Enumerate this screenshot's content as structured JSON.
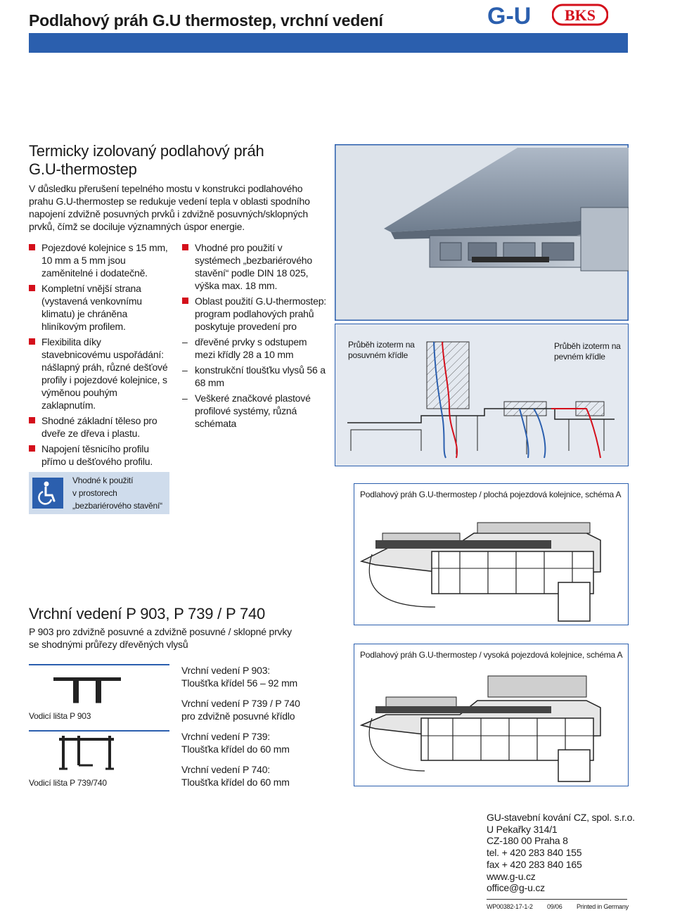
{
  "header": {
    "title": "Podlahový práh G.U thermostep, vrchní vedení",
    "logo_gu": "G-U",
    "logo_bks": "BKS",
    "colors": {
      "bar": "#2b5fae",
      "bullet": "#d40f1b",
      "accent_red": "#d40f1b",
      "accent_blue": "#2b5fae"
    }
  },
  "intro": {
    "heading_line1": "Termicky izolovaný podlahový práh",
    "heading_line2": "G.U-thermostep",
    "text": "V důsledku přerušení tepelného mostu v konstrukci podlahového prahu G.U-thermostep se redukuje vedení tepla v oblasti spodního napojení zdvižně posuvných prvků i zdvižně posuvných/sklopných prvků, čímž se dociluje významných úspor energie."
  },
  "features_left": [
    "Pojezdové kolejnice s 15 mm, 10 mm a 5 mm jsou zaměnitelné i dodatečně.",
    "Kompletní vnější strana (vystavená venkovnímu klimatu) je chráněna hliníkovým profilem.",
    "Flexibilita díky stavebnicovému uspořádání: nášlapný práh, různé dešťové profily i pojezdové kolejnice, s výměnou pouhým zaklapnutím.",
    "Shodné základní těleso pro dveře ze dřeva i plastu.",
    "Napojení těsnicího profilu přímo u dešťového profilu."
  ],
  "features_right": {
    "items": [
      "Vhodné pro použití v systémech „bezbariérového stavění“ podle DIN 18 025, výška max. 18 mm.",
      "Oblast použití G.U-thermostep: program podlahových prahů poskytuje provedení pro"
    ],
    "sub_items": [
      "dřevěné prvky s odstupem mezi křídly 28 a 10 mm",
      "konstrukční tloušťku vlysů 56 a 68 mm",
      "Veškeré značkové plastové profilové systémy, různá schémata"
    ]
  },
  "isotherm": {
    "label_left": "Průběh izoterm na posuvném křídle",
    "label_right": "Průběh izoterm na pevném křídle"
  },
  "accessibility": {
    "icon": "wheelchair-icon",
    "line1": "Vhodné k použití",
    "line2": "v prostorech",
    "line3": "„bezbariérového stavění“"
  },
  "diagram_a": {
    "caption": "Podlahový práh G.U-thermostep / plochá pojezdová kolejnice, schéma A"
  },
  "diagram_b": {
    "caption": "Podlahový práh G.U-thermostep / vysoká pojezdová kolejnice, schéma A"
  },
  "top_guide": {
    "heading": "Vrchní vedení P 903, P 739 / P 740",
    "text": "P 903 pro zdvižně posuvné a zdvižně posuvné / sklopné prvky se shodnými průřezy dřevěných vlysů",
    "label_p903": "Vodicí lišta P 903",
    "label_p739": "Vodicí lišta P 739/740",
    "specs": [
      {
        "title": "Vrchní vedení P 903:",
        "value": "Tloušťka křídel 56 – 92 mm"
      },
      {
        "title": "Vrchní vedení P 739 / P 740",
        "value": "pro zdvižně posuvné křídlo"
      },
      {
        "title": "Vrchní vedení P 739:",
        "value": "Tloušťka křídel do 60 mm"
      },
      {
        "title": "Vrchní vedení P 740:",
        "value": "Tloušťka křídel do 60 mm"
      }
    ]
  },
  "contact": {
    "company": "GU-stavební kování CZ, spol. s.r.o.",
    "street": "U Pekařky 314/1",
    "city": "CZ-180 00 Praha 8",
    "tel": "tel. + 420 283 840 155",
    "fax": "fax + 420 283 840 165",
    "web": "www.g-u.cz",
    "email": "office@g-u.cz"
  },
  "footer": {
    "code": "WP00382-17-1-2",
    "date": "09/06",
    "printed": "Printed in Germany"
  }
}
